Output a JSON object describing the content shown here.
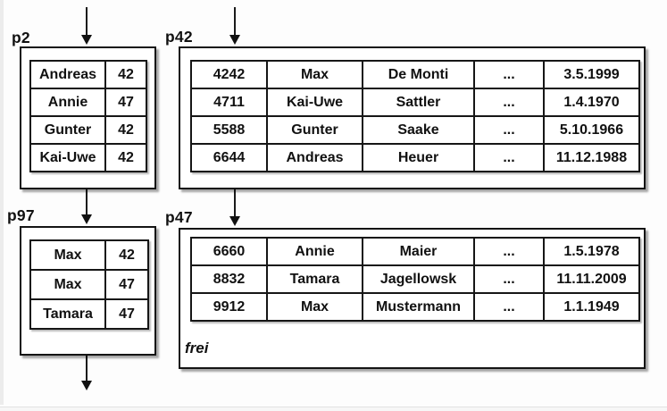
{
  "pages": {
    "p2": {
      "label": "p2",
      "rows": [
        [
          "Andreas",
          "42"
        ],
        [
          "Annie",
          "47"
        ],
        [
          "Gunter",
          "42"
        ],
        [
          "Kai-Uwe",
          "42"
        ]
      ]
    },
    "p42": {
      "label": "p42",
      "rows": [
        [
          "4242",
          "Max",
          "De Monti",
          "...",
          "3.5.1999"
        ],
        [
          "4711",
          "Kai-Uwe",
          "Sattler",
          "...",
          "1.4.1970"
        ],
        [
          "5588",
          "Gunter",
          "Saake",
          "...",
          "5.10.1966"
        ],
        [
          "6644",
          "Andreas",
          "Heuer",
          "...",
          "11.12.1988"
        ]
      ]
    },
    "p97": {
      "label": "p97",
      "rows": [
        [
          "Max",
          "42"
        ],
        [
          "Max",
          "47"
        ],
        [
          "Tamara",
          "47"
        ]
      ]
    },
    "p47": {
      "label": "p47",
      "rows": [
        [
          "6660",
          "Annie",
          "Maier",
          "...",
          "1.5.1978"
        ],
        [
          "8832",
          "Tamara",
          "Jagellowsk",
          "...",
          "11.11.2009"
        ],
        [
          "9912",
          "Max",
          "Mustermann",
          "...",
          "1.1.1949"
        ]
      ],
      "free_label": "frei"
    }
  },
  "colors": {
    "box_border": "#141414",
    "text": "#111111",
    "box_background": "#ffffff",
    "page_background": "#fdfdfd",
    "left_edge_strip": "#ececec",
    "bottom_edge_line": "#e2e2e2"
  }
}
